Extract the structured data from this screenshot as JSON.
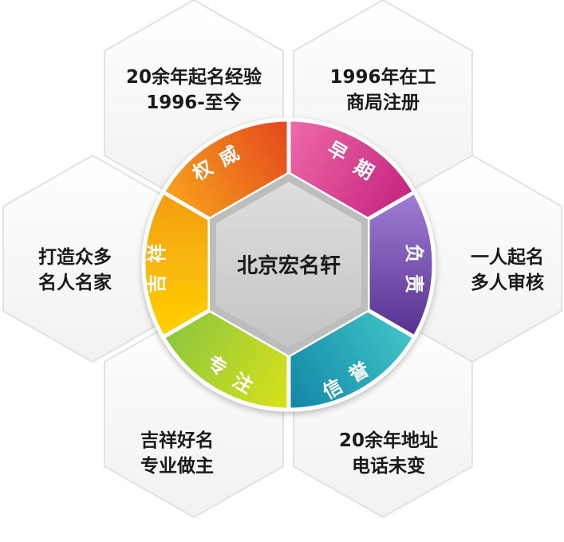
{
  "center": {
    "title": "北京宏名轩"
  },
  "segments": [
    {
      "id": "top-left",
      "chars": [
        "权",
        "威"
      ],
      "colors": [
        "#f7a21b",
        "#e4461a"
      ]
    },
    {
      "id": "top-right",
      "chars": [
        "早",
        "期"
      ],
      "colors": [
        "#f06ba8",
        "#c4247e"
      ]
    },
    {
      "id": "right",
      "chars": [
        "负",
        "责"
      ],
      "colors": [
        "#a07ed6",
        "#56308f"
      ]
    },
    {
      "id": "bottom-right",
      "chars": [
        "信",
        "誉"
      ],
      "colors": [
        "#3fc4c7",
        "#1286a6"
      ]
    },
    {
      "id": "bottom-left",
      "chars": [
        "专",
        "注"
      ],
      "colors": [
        "#d9e21a",
        "#8cc63e"
      ]
    },
    {
      "id": "left",
      "chars": [
        "吉",
        "祥"
      ],
      "colors": [
        "#ffd200",
        "#f39c12"
      ]
    }
  ],
  "panels": [
    {
      "id": "top-left",
      "lines": [
        "20余年起名经验",
        "1996-至今"
      ]
    },
    {
      "id": "top-right",
      "lines": [
        "1996年在工",
        "商局注册"
      ]
    },
    {
      "id": "right",
      "lines": [
        "一人起名",
        "多人审核"
      ]
    },
    {
      "id": "bottom-right",
      "lines": [
        "20余年地址",
        "电话未变"
      ]
    },
    {
      "id": "bottom-left",
      "lines": [
        "吉祥好名",
        "专业做主"
      ]
    },
    {
      "id": "left",
      "lines": [
        "打造众多",
        "名人名家"
      ]
    }
  ]
}
